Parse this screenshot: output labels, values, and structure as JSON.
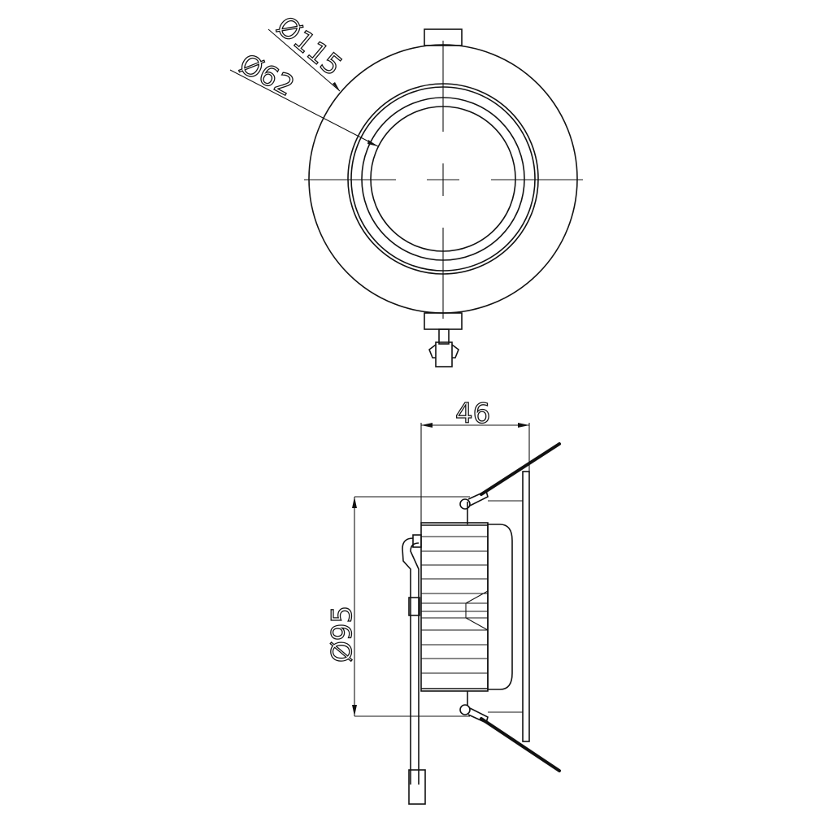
{
  "drawing": {
    "top_view": {
      "dim_outer": "Ø115",
      "dim_inner": "Ø62"
    },
    "side_view": {
      "dim_height": "46",
      "dim_cutout": "Ø95"
    },
    "line_color": "#111111",
    "background": "#ffffff"
  }
}
